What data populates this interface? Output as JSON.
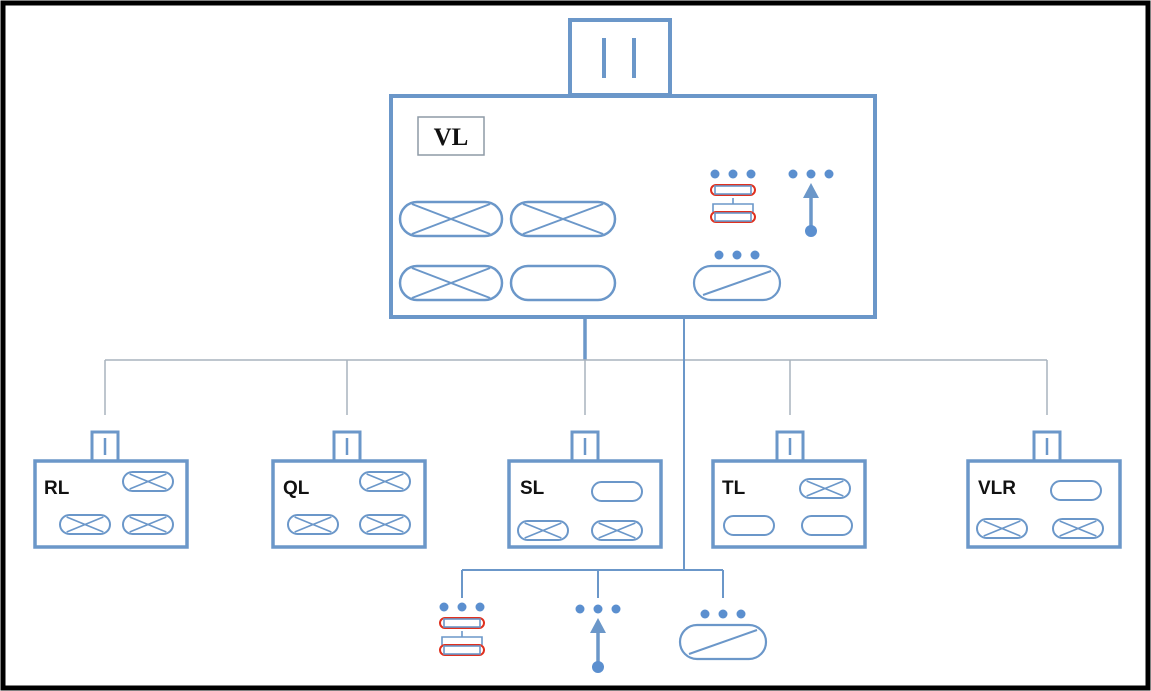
{
  "colors": {
    "frame": "#000000",
    "box_stroke": "#6b97c9",
    "thin_line": "#a9b3bd",
    "dot": "#5b8fcf",
    "red_tip": "#e0301e",
    "label_box": "#8e9aa6"
  },
  "main_unit": {
    "label": "VL",
    "contents": [
      "crossed-oval-icon",
      "crossed-oval-icon",
      "crossed-oval-icon",
      "plain-oval-icon",
      "linked-capsules-icon",
      "arrow-pin-icon",
      "slashed-oval-icon"
    ]
  },
  "sub_units": [
    {
      "label": "RL",
      "slots": [
        "crossed",
        "crossed",
        "crossed"
      ]
    },
    {
      "label": "QL",
      "slots": [
        "crossed",
        "crossed",
        "crossed"
      ]
    },
    {
      "label": "SL",
      "slots": [
        "plain",
        "crossed",
        "crossed"
      ]
    },
    {
      "label": "TL",
      "slots": [
        "crossed",
        "plain",
        "plain"
      ]
    },
    {
      "label": "VLR",
      "slots": [
        "plain",
        "crossed",
        "crossed"
      ]
    }
  ],
  "bottom_group": [
    "linked-capsules-icon",
    "arrow-pin-icon",
    "slashed-oval-icon"
  ]
}
